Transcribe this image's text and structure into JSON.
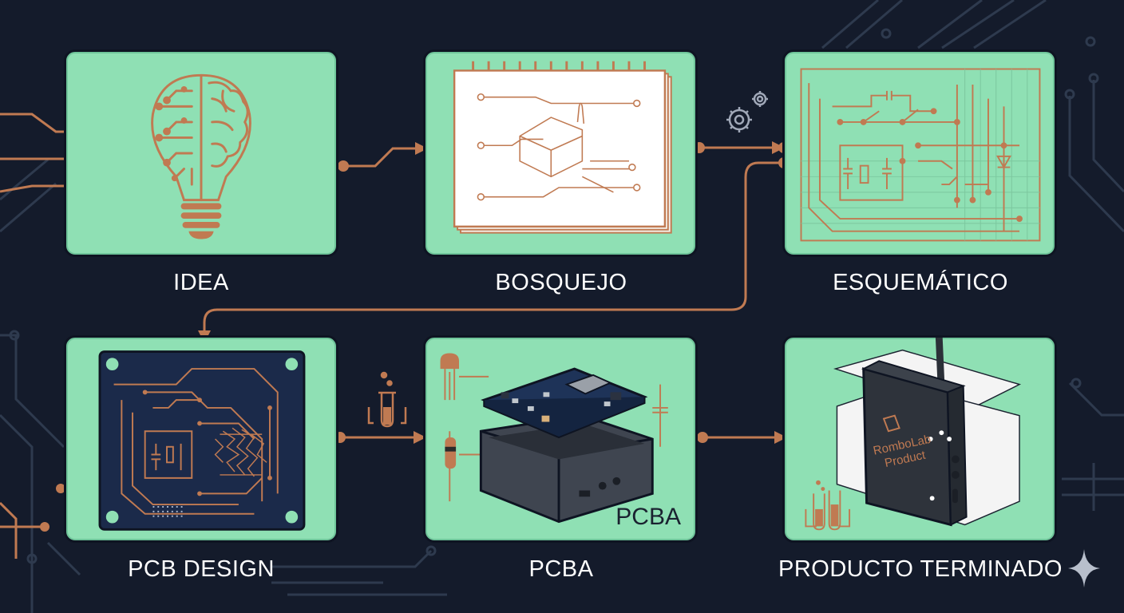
{
  "steps": [
    {
      "id": "idea",
      "label": "IDEA",
      "icon": "brain-lightbulb-icon"
    },
    {
      "id": "bosquejo",
      "label": "BOSQUEJO",
      "icon": "sketch-notebook-icon"
    },
    {
      "id": "esquematico",
      "label": "ESQUEMÁTICO",
      "icon": "schematic-icon"
    },
    {
      "id": "pcb_design",
      "label": "PCB DESIGN",
      "icon": "pcb-layout-icon"
    },
    {
      "id": "pcba",
      "label": "PCBA",
      "icon": "pcb-assembly-icon",
      "inner_text": "PCBA"
    },
    {
      "id": "producto",
      "label": "PRODUCTO TERMINADO",
      "icon": "finished-device-icon",
      "brand_line1": "RomboLab",
      "brand_line2": "Product"
    }
  ],
  "colors": {
    "background": "#141b2b",
    "card": "#8fe0b4",
    "copper": "#c07a52",
    "trace": "#3a4458"
  }
}
